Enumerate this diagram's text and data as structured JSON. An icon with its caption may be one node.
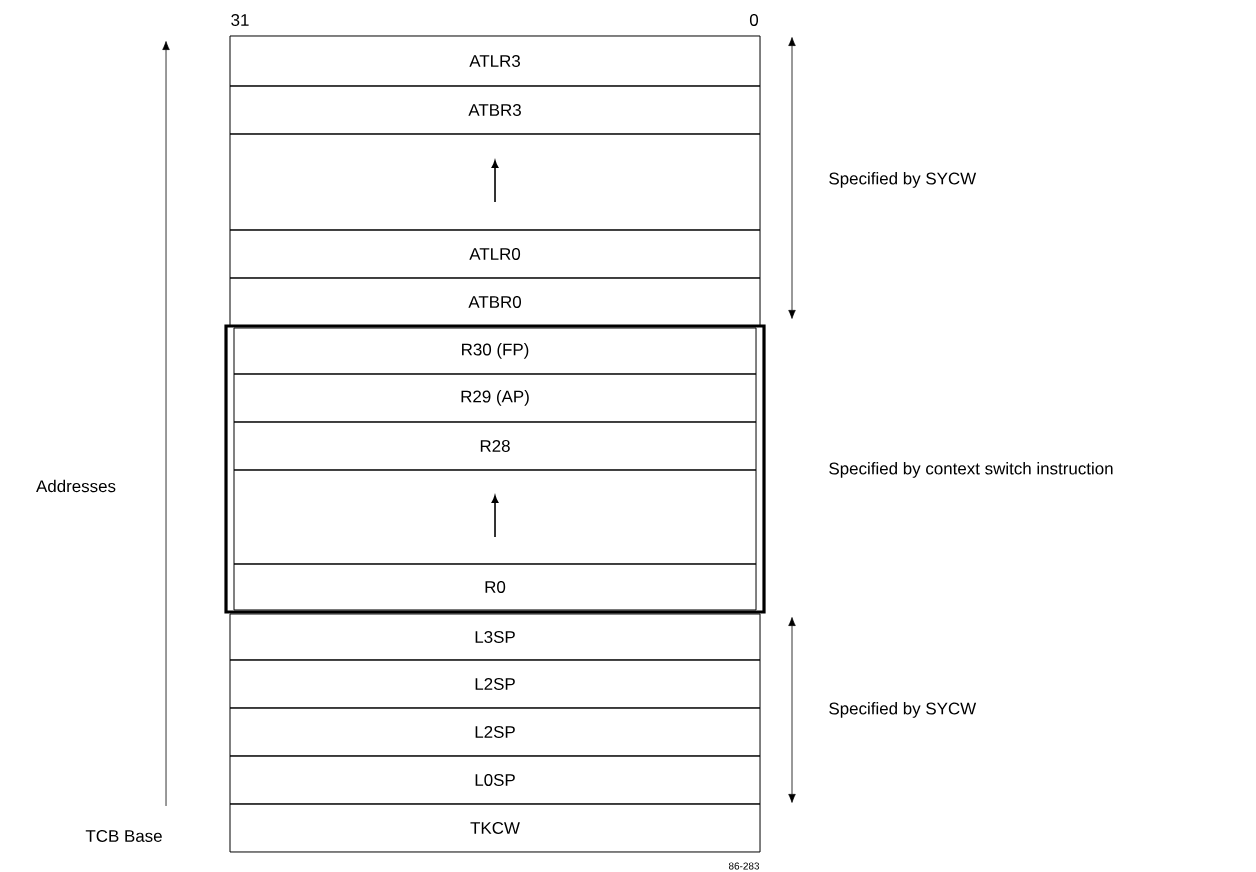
{
  "diagram": {
    "nodes": [
      {
        "text": [
          "ATLR3"
        ]
      },
      {
        "text": [
          "ATBR3"
        ]
      },
      {
        "text": [],
        "shape": "box"
      },
      {
        "text": [
          "ATLR0"
        ]
      },
      {
        "text": [
          "ATBR0"
        ]
      },
      {
        "text": [],
        "shape": "box"
      },
      {
        "text": [
          "R30 (FP)"
        ],
        "in": 5
      },
      {
        "text": [
          "R29 (AP)"
        ],
        "in": 5
      },
      {
        "text": [
          "R28"
        ],
        "in": 5
      },
      {
        "text": [],
        "shape": "box",
        "in": 5
      },
      {
        "text": [
          "R0"
        ],
        "in": 5
      },
      {
        "text": [
          "L3SP"
        ]
      },
      {
        "text": [
          "L2SP"
        ]
      },
      {
        "text": [
          "L2SP"
        ]
      },
      {
        "text": [
          "L0SP"
        ]
      },
      {
        "text": [
          "TKCW"
        ]
      }
    ],
    "labels": [
      "31",
      "0",
      "Specified by SYCW",
      "Addresses",
      "Specified by context switch instruction",
      "Specified by SYCW",
      "TCB Base",
      "86-283"
    ]
  }
}
